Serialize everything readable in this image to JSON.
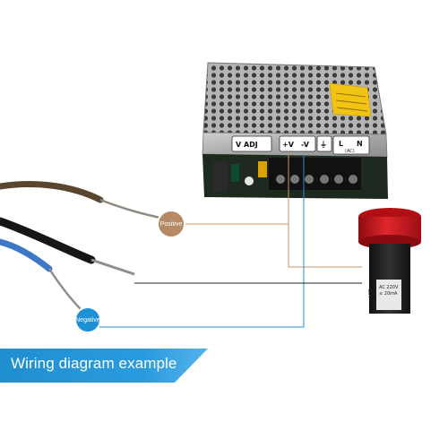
{
  "banner": {
    "text": "Wiring diagram example"
  },
  "labels": {
    "positive": "Positive",
    "negative": "Negative"
  },
  "psu": {
    "terminals": [
      "V ADJ",
      "+V",
      "-V",
      "⏚",
      "L",
      "N"
    ],
    "ac_label": "(AC)"
  },
  "indicator": {
    "line1": "AC 220V",
    "line2": "≤ 20mA",
    "side": "LED"
  },
  "colors": {
    "banner": "#2b9be0",
    "positive_line": "#c9966b",
    "negative_line": "#1f8fcf",
    "indicator_red": "#d4141b"
  }
}
